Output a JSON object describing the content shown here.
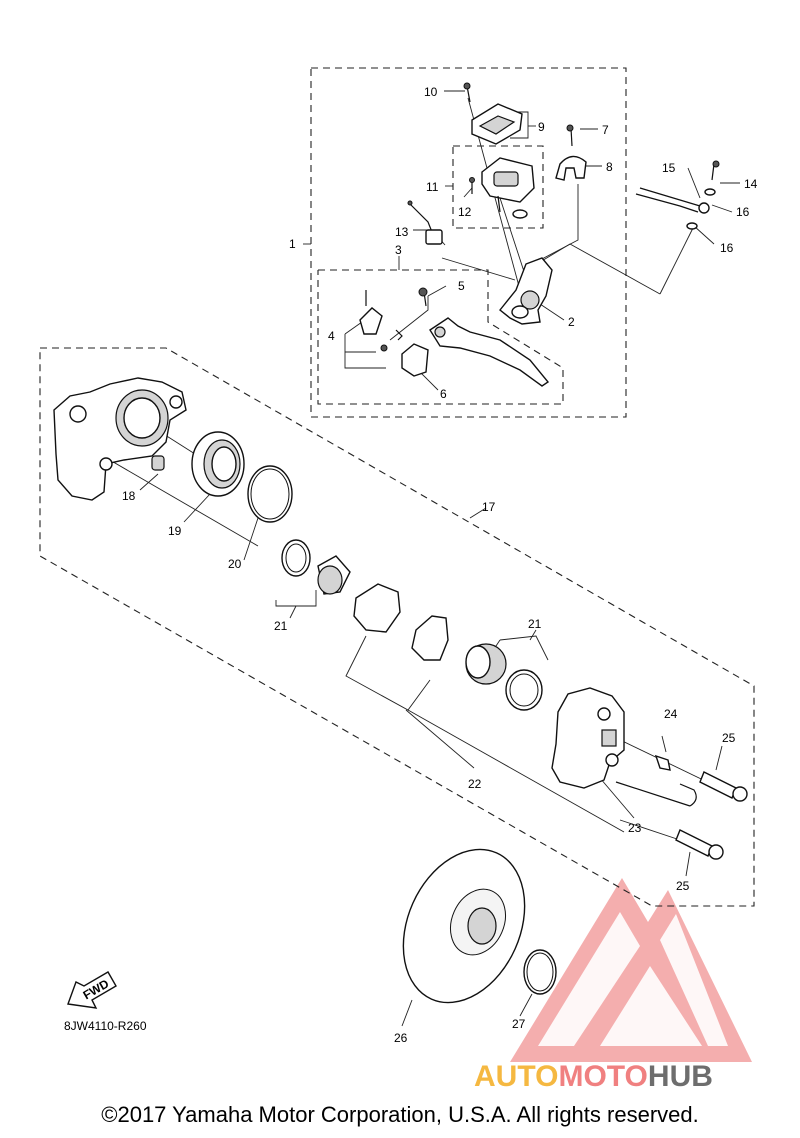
{
  "copyright": "©2017 Yamaha Motor Corporation, U.S.A. All rights reserved.",
  "diagram_code": "8JW4110-R260",
  "fwd_label": "FWD",
  "watermark": {
    "part1": "AUTO",
    "part2": "MOTO",
    "part3": "HUB",
    "color_red": "#f08080",
    "color_orange": "#f5b841",
    "color_gray": "#6d6d6d"
  },
  "labels": {
    "n1": "1",
    "n2": "2",
    "n3": "3",
    "n4": "4",
    "n5": "5",
    "n6": "6",
    "n7": "7",
    "n8": "8",
    "n9": "9",
    "n10": "10",
    "n11": "11",
    "n12": "12",
    "n13": "13",
    "n14": "14",
    "n15": "15",
    "n16a": "16",
    "n16b": "16",
    "n17": "17",
    "n18": "18",
    "n19": "19",
    "n20": "20",
    "n21a": "21",
    "n21b": "21",
    "n22": "22",
    "n23": "23",
    "n24": "24",
    "n25a": "25",
    "n25b": "25",
    "n26": "26",
    "n27": "27"
  }
}
